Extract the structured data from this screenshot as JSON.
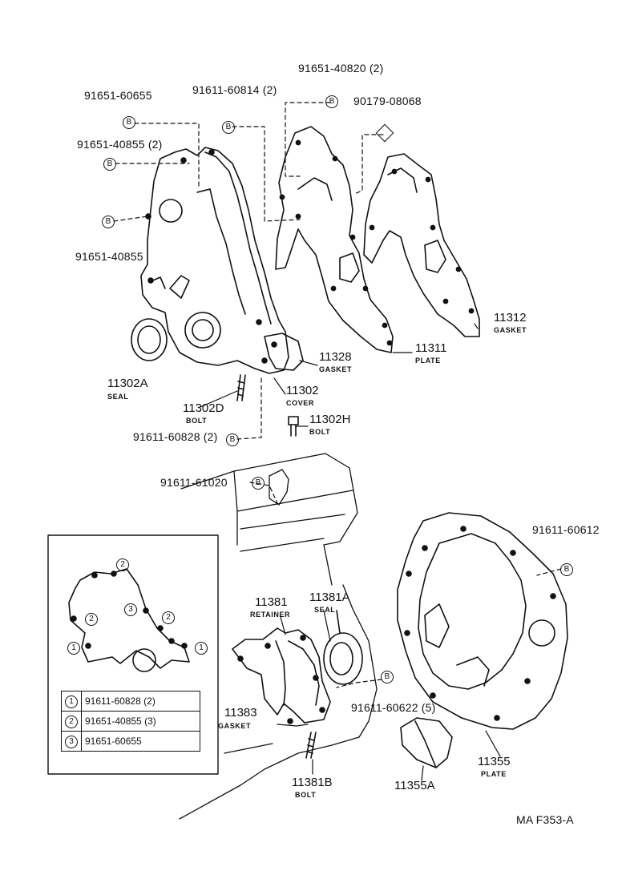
{
  "diagram_id": "MA F353-A",
  "part_labels": {
    "p91651_60655_top": "91651-60655",
    "p91611_60814": "91611-60814 (2)",
    "p91651_40820": "91651-40820 (2)",
    "p90179_08068": "90179-08068",
    "p91651_40855_2": "91651-40855 (2)",
    "p91651_40855": "91651-40855",
    "p11312": "11312",
    "p11312_sub": "GASKET",
    "p11311": "11311",
    "p11311_sub": "PLATE",
    "p11328": "11328",
    "p11328_sub": "GASKET",
    "p11302A": "11302A",
    "p11302A_sub": "SEAL",
    "p11302": "11302",
    "p11302_sub": "COVER",
    "p11302D": "11302D",
    "p11302D_sub": "BOLT",
    "p11302H": "11302H",
    "p11302H_sub": "BOLT",
    "p91611_60828": "91611-60828 (2)",
    "p91611_61020": "91611-61020",
    "p91611_60612": "91611-60612",
    "p11381": "11381",
    "p11381_sub": "RETAINER",
    "p11381A": "11381A",
    "p11381A_sub": "SEAL",
    "p91611_60622": "91611-60622 (5)",
    "p11383": "11383",
    "p11383_sub": "GASKET",
    "p11381B": "11381B",
    "p11381B_sub": "BOLT",
    "p11355": "11355",
    "p11355_sub": "PLATE",
    "p11355A": "11355A"
  },
  "bolt_marker": "B",
  "inset": {
    "callouts": [
      "1",
      "2",
      "3"
    ],
    "legend": [
      {
        "num": "1",
        "part": "91611-60828 (2)"
      },
      {
        "num": "2",
        "part": "91651-40855 (3)"
      },
      {
        "num": "3",
        "part": "91651-60655"
      }
    ]
  }
}
